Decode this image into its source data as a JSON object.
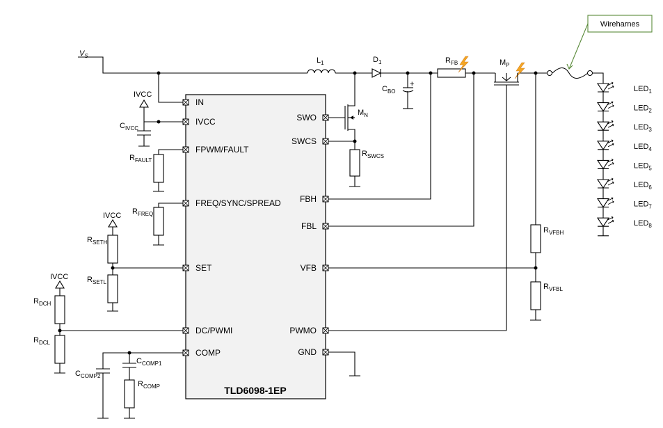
{
  "ic": {
    "name": "TLD6098-1EP",
    "left_pins": [
      "IN",
      "IVCC",
      "FPWM/FAULT",
      "FREQ/SYNC/SPREAD",
      "SET",
      "DC/PWMI",
      "COMP"
    ],
    "right_pins": [
      "SWO",
      "SWCS",
      "FBH",
      "FBL",
      "VFB",
      "PWMO",
      "GND"
    ]
  },
  "labels": {
    "vs": {
      "main": "V",
      "sub": "S"
    },
    "l1": {
      "main": "L",
      "sub": "1"
    },
    "d1": {
      "main": "D",
      "sub": "1"
    },
    "rfb": {
      "main": "R",
      "sub": "FB"
    },
    "mp": {
      "main": "M",
      "sub": "P"
    },
    "mn": {
      "main": "M",
      "sub": "N"
    },
    "cbo": {
      "main": "C",
      "sub": "BO"
    },
    "rswcs": {
      "main": "R",
      "sub": "SWCS"
    },
    "ivcc_top": "IVCC",
    "civcc": {
      "main": "C",
      "sub": "IVCC"
    },
    "rfault": {
      "main": "R",
      "sub": "FAULT"
    },
    "rfreq": {
      "main": "R",
      "sub": "FREQ"
    },
    "ivcc_mid": "IVCC",
    "rseth": {
      "main": "R",
      "sub": "SETH"
    },
    "rsetl": {
      "main": "R",
      "sub": "SETL"
    },
    "ivcc_bot": "IVCC",
    "rdch": {
      "main": "R",
      "sub": "DCH"
    },
    "rdcl": {
      "main": "R",
      "sub": "DCL"
    },
    "ccomp1": {
      "main": "C",
      "sub": "COMP1"
    },
    "ccomp2": {
      "main": "C",
      "sub": "COMP2"
    },
    "rcomp": {
      "main": "R",
      "sub": "COMP"
    },
    "rvfbh": {
      "main": "R",
      "sub": "VFBH"
    },
    "rvfbl": {
      "main": "R",
      "sub": "VFBL"
    }
  },
  "wireharness": "Wireharnes",
  "leds": [
    {
      "main": "LED",
      "sub": "1"
    },
    {
      "main": "LED",
      "sub": "2"
    },
    {
      "main": "LED",
      "sub": "3"
    },
    {
      "main": "LED",
      "sub": "4"
    },
    {
      "main": "LED",
      "sub": "5"
    },
    {
      "main": "LED",
      "sub": "6"
    },
    {
      "main": "LED",
      "sub": "7"
    },
    {
      "main": "LED",
      "sub": "8"
    }
  ]
}
